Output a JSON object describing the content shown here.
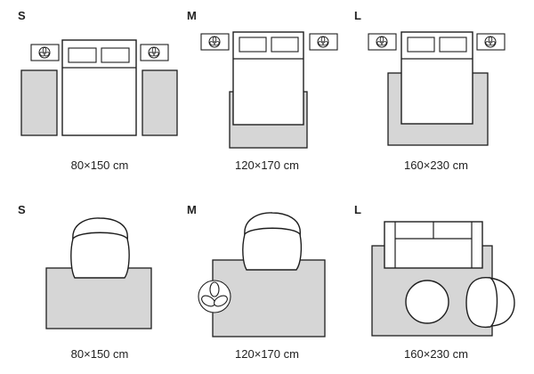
{
  "bedroom": {
    "panels": [
      {
        "size": "S",
        "dimensions": "80×150 cm"
      },
      {
        "size": "M",
        "dimensions": "120×170 cm"
      },
      {
        "size": "L",
        "dimensions": "160×230 cm"
      }
    ]
  },
  "living": {
    "panels": [
      {
        "size": "S",
        "dimensions": "80×150 cm"
      },
      {
        "size": "M",
        "dimensions": "120×170 cm"
      },
      {
        "size": "L",
        "dimensions": "160×230 cm"
      }
    ]
  },
  "colors": {
    "rug": "#d6d6d6",
    "outline": "#1e1e1e",
    "background": "#ffffff"
  }
}
